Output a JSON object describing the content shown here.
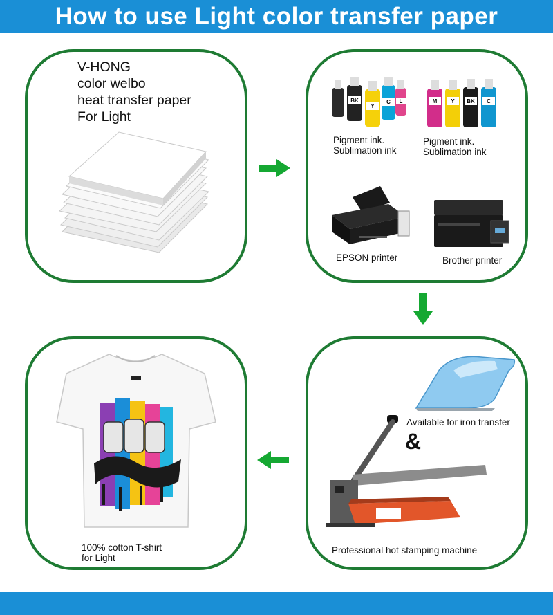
{
  "header": {
    "title": "How to use Light color transfer  paper"
  },
  "panel_paper": {
    "lines": [
      "V-HONG",
      "color welbo",
      "heat transfer paper",
      "For Light"
    ]
  },
  "panel_print": {
    "ink_left_label": [
      "Pigment ink.",
      "Sublimation ink"
    ],
    "ink_right_label": [
      "Pigment ink.",
      "Sublimation ink"
    ],
    "ink_left_bottles": [
      "BK",
      "Y",
      "C",
      "L"
    ],
    "ink_right_bottles": [
      "M",
      "Y",
      "BK",
      "C"
    ],
    "printer_left": "EPSON printer",
    "printer_right": "Brother printer"
  },
  "panel_press": {
    "iron_label": "Available for iron transfer",
    "ampersand": "&",
    "press_label": "Professional hot stamping machine"
  },
  "panel_shirt": {
    "label": [
      "100% cotton T-shirt",
      "for Light"
    ]
  },
  "colors": {
    "banner": "#1a8fd6",
    "panel_border": "#1e7b33",
    "arrow": "#15a832"
  }
}
